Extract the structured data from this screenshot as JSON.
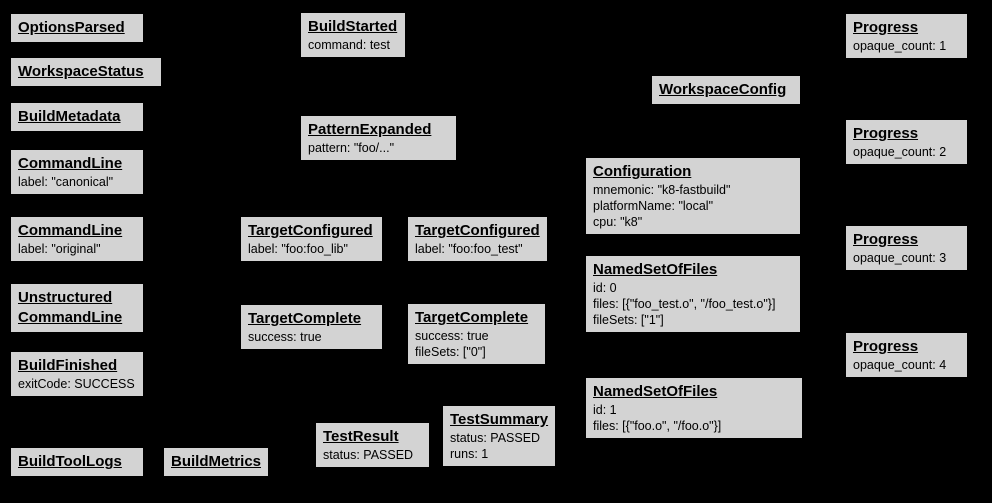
{
  "palette": {
    "background": "#000000",
    "node_fill": "#d3d3d3",
    "node_border": "#000000",
    "text": "#000000"
  },
  "diagram_type": "build-event-protocol-graph",
  "nodes": [
    {
      "title": "OptionsParsed",
      "lines": []
    },
    {
      "title": "WorkspaceStatus",
      "lines": []
    },
    {
      "title": "BuildMetadata",
      "lines": []
    },
    {
      "title": "CommandLine",
      "lines": [
        "label: \"canonical\""
      ]
    },
    {
      "title": "CommandLine",
      "lines": [
        "label: \"original\""
      ]
    },
    {
      "title": "Unstructured CommandLine",
      "lines": []
    },
    {
      "title": "BuildFinished",
      "lines": [
        "exitCode: SUCCESS"
      ]
    },
    {
      "title": "BuildToolLogs",
      "lines": []
    },
    {
      "title": "BuildMetrics",
      "lines": []
    },
    {
      "title": "BuildStarted",
      "lines": [
        "command: test"
      ]
    },
    {
      "title": "PatternExpanded",
      "lines": [
        "pattern: \"foo/...\""
      ]
    },
    {
      "title": "TargetConfigured",
      "lines": [
        "label: \"foo:foo_lib\""
      ]
    },
    {
      "title": "TargetConfigured",
      "lines": [
        "label: \"foo:foo_test\""
      ]
    },
    {
      "title": "TargetComplete",
      "lines": [
        "success: true"
      ]
    },
    {
      "title": "TargetComplete",
      "lines": [
        "success: true",
        "fileSets: [\"0\"]"
      ]
    },
    {
      "title": "TestResult",
      "lines": [
        "status: PASSED"
      ]
    },
    {
      "title": "TestSummary",
      "lines": [
        "status: PASSED",
        "runs: 1"
      ]
    },
    {
      "title": "WorkspaceConfig",
      "lines": []
    },
    {
      "title": "Configuration",
      "lines": [
        "mnemonic: \"k8-fastbuild\"",
        "platformName: \"local\"",
        "cpu: \"k8\""
      ]
    },
    {
      "title": "NamedSetOfFiles",
      "lines": [
        "id: 0",
        "files: [{\"foo_test.o\", \"/foo_test.o\"}]",
        "fileSets: [\"1\"]"
      ]
    },
    {
      "title": "NamedSetOfFiles",
      "lines": [
        "id: 1",
        "files: [{\"foo.o\", \"/foo.o\"}]"
      ]
    },
    {
      "title": "Progress",
      "lines": [
        "opaque_count: 1"
      ]
    },
    {
      "title": "Progress",
      "lines": [
        "opaque_count: 2"
      ]
    },
    {
      "title": "Progress",
      "lines": [
        "opaque_count: 3"
      ]
    },
    {
      "title": "Progress",
      "lines": [
        "opaque_count: 4"
      ]
    }
  ]
}
